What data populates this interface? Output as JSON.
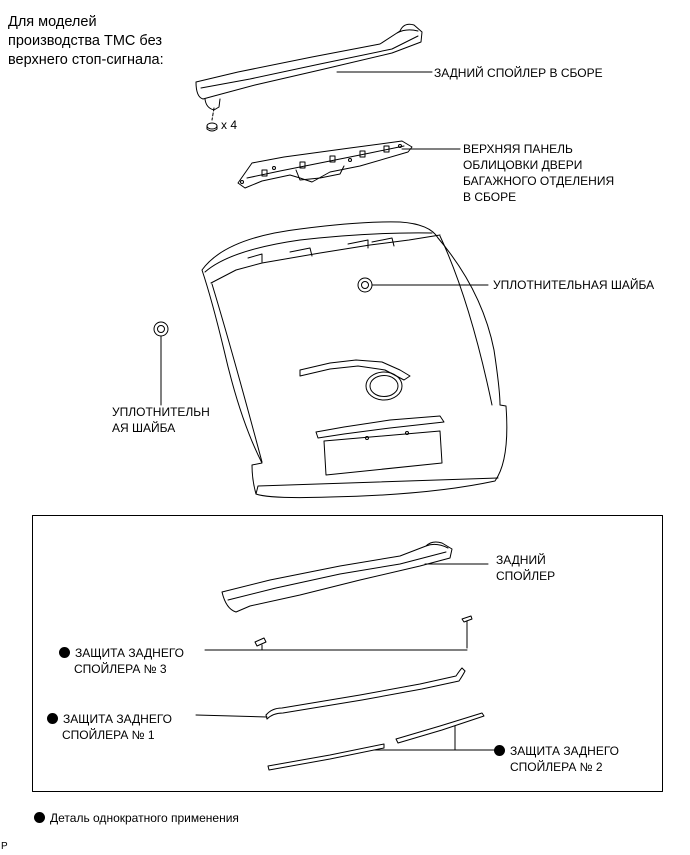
{
  "note_line1": "Для моделей",
  "note_line2": "производства TMC без",
  "note_line3": "верхнего стоп-сигнала:",
  "quantity_label": "x 4",
  "label_spoiler_assy": "ЗАДНИЙ СПОЙЛЕР В СБОРЕ",
  "label_panel_line1": "ВЕРХНЯЯ ПАНЕЛЬ",
  "label_panel_line2": "ОБЛИЦОВКИ ДВЕРИ",
  "label_panel_line3": "БАГАЖНОГО ОТДЕЛЕНИЯ",
  "label_panel_line4": "В СБОРЕ",
  "label_washer_right": "УПЛОТНИТЕЛЬНАЯ ШАЙБА",
  "label_washer_left_line1": "УПЛОТНИТЕЛЬН",
  "label_washer_left_line2": "АЯ ШАЙБА",
  "label_spoiler_line1": "ЗАДНИЙ",
  "label_spoiler_line2": "СПОЙЛЕР",
  "label_protector3_line1": "ЗАЩИТА ЗАДНЕГО",
  "label_protector3_line2": "СПОЙЛЕРА № 3",
  "label_protector1_line1": "ЗАЩИТА ЗАДНЕГО",
  "label_protector1_line2": "СПОЙЛЕРА № 1",
  "label_protector2_line1": "ЗАЩИТА ЗАДНЕГО",
  "label_protector2_line2": "СПОЙЛЕРА № 2",
  "legend_text": "Деталь однократного применения",
  "corner_code": "P"
}
